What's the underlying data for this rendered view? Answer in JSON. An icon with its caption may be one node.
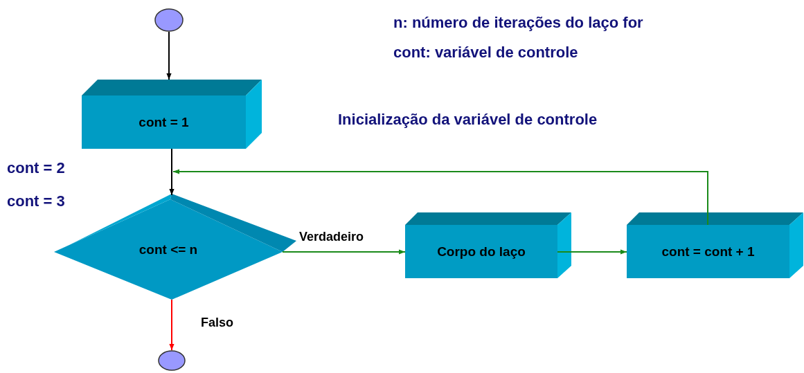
{
  "diagram": {
    "nodes": [
      {
        "text": [],
        "shape": "circle"
      },
      {
        "text": [
          "cont = 1"
        ]
      },
      {
        "text": [
          "cont <= n"
        ]
      },
      {
        "text": [
          "Corpo do laço"
        ]
      },
      {
        "text": [
          "cont = cont + 1"
        ]
      },
      {
        "text": [],
        "shape": "circle"
      }
    ],
    "edges": [
      {
        "from": 0,
        "to": 1,
        "arrow": "to",
        "color": "#000000"
      },
      {
        "from": 1,
        "to": 2,
        "arrow": "to",
        "color": "#000000"
      },
      {
        "from": 2,
        "to": 3,
        "arrow": "to",
        "label": "Verdadeiro",
        "color": "#1a8a1a"
      },
      {
        "from": 3,
        "to": 4,
        "arrow": "to",
        "color": "#1a8a1a"
      },
      {
        "from": 4,
        "to": 2,
        "arrow": "to",
        "color": "#1a8a1a"
      },
      {
        "from": 2,
        "to": 5,
        "arrow": "to",
        "label": "Falso",
        "color": "#ff0000"
      }
    ],
    "labels": [
      "n: número de iterações do laço for",
      "cont: variável de controle",
      "Inicialização da variável de controle",
      "cont = 2",
      "cont = 3"
    ]
  }
}
